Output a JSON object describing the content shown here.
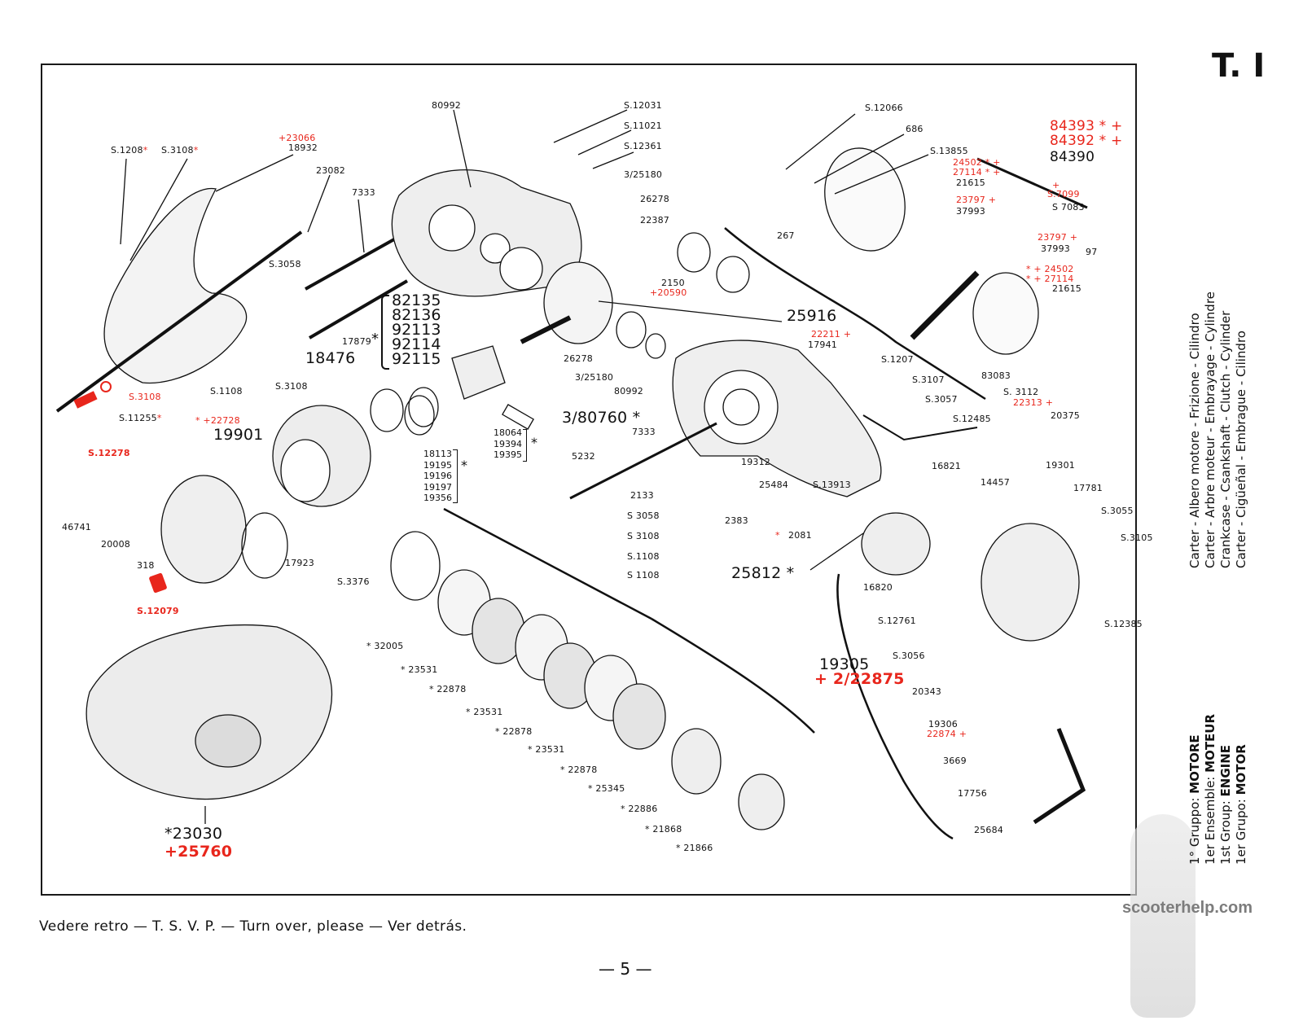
{
  "page": {
    "plate_id": "T. I",
    "page_number": "— 5 —",
    "footer_note": "Vedere retro — T. S. V. P. — Turn over, please — Ver detrás.",
    "watermark": "scooterhelp.com",
    "side_titles": [
      "Carter - Albero motore - Frizione - Cilindro",
      "Carter - Arbre moteur - Embrayage - Cylindre",
      "Crankcase - Csankshaft - Clutch - Cylinder",
      "Carter - Cigüeñal - Embrague - Cilindro"
    ],
    "group_titles": [
      {
        "ordinal": "1°",
        "label": "Gruppo:",
        "name": "MOTORE"
      },
      {
        "ordinal": "1er",
        "label": "Ensemble:",
        "name": "MOTEUR"
      },
      {
        "ordinal": "1st",
        "label": "Group:",
        "name": "ENGINE"
      },
      {
        "ordinal": "1er",
        "label": "Grupo:",
        "name": "MOTOR"
      }
    ]
  },
  "colors": {
    "ink": "#111111",
    "supersession_red": "#e8261c",
    "paper": "#ffffff"
  },
  "parts": {
    "top_left": {
      "s1208": "S.1208",
      "s1208_mark": "*",
      "s3108a": "S.3108",
      "s3108a_mark": "*",
      "p23066": "+23066",
      "p18932": "18932",
      "p23082": "23082",
      "p7333a": "7333",
      "s3058a": "S.3058",
      "s1108a": "S.1108",
      "s3108b": "S.3108",
      "p18476": "18476",
      "p17879": "17879",
      "s3108c": "S.3108",
      "s12278": "S.12278",
      "s11255": "S.11255",
      "s11255_mark": "*",
      "p22728": "* +22728",
      "p19901": "19901",
      "p46741": "46741",
      "p20008": "20008",
      "p318": "318",
      "s12079": "S.12079",
      "p17923": "17923",
      "s3376": "S.3376"
    },
    "piston_group": {
      "piston_ids": [
        "82135",
        "82136",
        "92113",
        "92114",
        "92115"
      ],
      "ring_ids": [
        "18113",
        "19195",
        "19196",
        "19197",
        "19356"
      ],
      "pin_ids": [
        "18064",
        "19394",
        "19395"
      ],
      "mark": "*",
      "p5232": "5232",
      "p3_80760": "3/80760 *"
    },
    "crankcase_top": {
      "p80992a": "80992",
      "s12031": "S.12031",
      "s11021": "S.11021",
      "s12361": "S.12361",
      "p3_25180a": "3/25180",
      "p26278a": "26278",
      "p22387": "22387",
      "p2150": "2150",
      "p20590": "+20590",
      "p25916": "25916",
      "p26278b": "26278",
      "p3_25180b": "3/25180",
      "p80992b": "80992",
      "p22211": "22211 +",
      "p17941": "17941"
    },
    "crankshaft": {
      "s12066": "S.12066",
      "p686": "686",
      "s13855": "S.13855",
      "p24502a": "24502 * +",
      "p27114a": "27114 * +",
      "p21615a": "21615",
      "p23797a": "23797 +",
      "p37993a": "37993",
      "s7099_mark": "+",
      "s7099": "S.7099",
      "s7083": "S 7083",
      "p267": "267",
      "p84393": "84393 * +",
      "p84392": "84392 * +",
      "p84390": "84390",
      "p23797b": "23797 +",
      "p37993b": "37993",
      "p97": "97",
      "p24502b": "* + 24502",
      "p27114b": "* + 27114",
      "p21615b": "21615",
      "p83083": "83083",
      "s3112": "S. 3112",
      "p22313": "22313 +",
      "p20375": "20375"
    },
    "crankcase_right": {
      "s1207": "S.1207",
      "s3107": "S.3107",
      "s3057": "S.3057",
      "s12485": "S.12485",
      "p7333b": "7333",
      "p2133": "2133",
      "s3058b": "S 3058",
      "p2383": "2383",
      "s3108d": "S 3108",
      "s1108b": "S.1108",
      "s1108c": "S 1108",
      "p19312": "19312",
      "p25484": "25484",
      "s13913": "S.13913",
      "p2081_mark": "*",
      "p2081": "2081",
      "p25812": "25812 *",
      "p16821": "16821",
      "p14457": "14457",
      "p19301": "19301",
      "p17781": "17781",
      "s3055": "S.3055",
      "s3105": "S.3105",
      "s12385": "S.12385",
      "p16820": "16820",
      "s12761": "S.12761",
      "s3056": "S.3056",
      "p20343": "20343",
      "p19306": "19306",
      "p22874": "22874 +",
      "p3669": "3669",
      "p17756": "17756",
      "p25684": "25684",
      "p19305": "19305",
      "p2_22875": "+ 2/22875"
    },
    "clutch_pack": {
      "items": [
        "* 32005",
        "* 23531",
        "* 22878",
        "* 23531",
        "* 22878",
        "* 23531",
        "* 22878",
        "* 25345",
        "* 22886",
        "* 21868",
        "* 21866"
      ]
    },
    "engine_assembly": {
      "p23030": "*23030",
      "p25760": "+25760"
    }
  }
}
